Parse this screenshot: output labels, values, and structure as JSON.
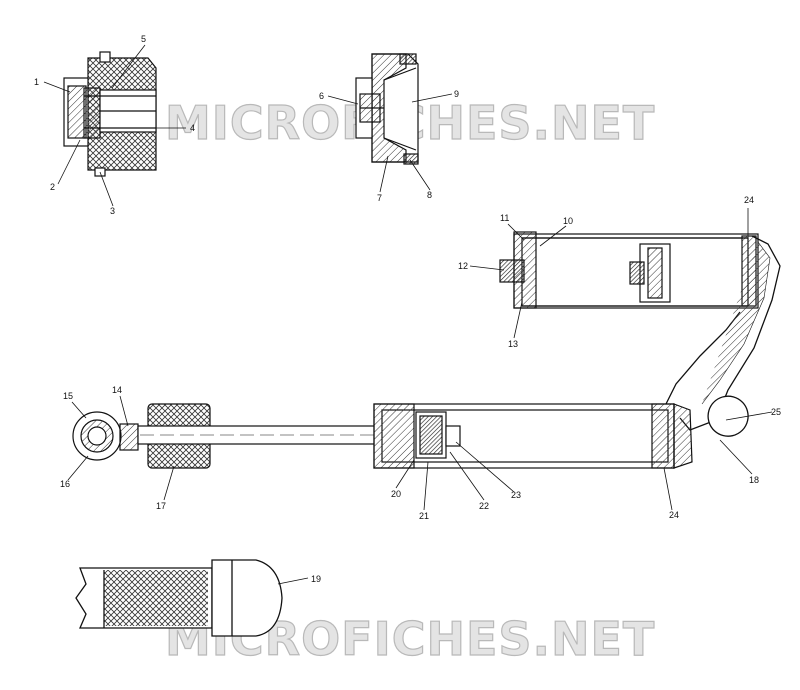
{
  "watermark": {
    "text": "MICROFICHES.NET"
  },
  "callouts": [
    "1",
    "2",
    "3",
    "4",
    "5",
    "6",
    "7",
    "8",
    "9",
    "10",
    "11",
    "12",
    "13",
    "14",
    "15",
    "16",
    "17",
    "18",
    "19",
    "20",
    "21",
    "22",
    "23",
    "24",
    "25"
  ],
  "colors": {
    "line": "#111111",
    "hatch": "#333333",
    "background": "#ffffff",
    "watermark_fill": "#e4e4e4"
  }
}
